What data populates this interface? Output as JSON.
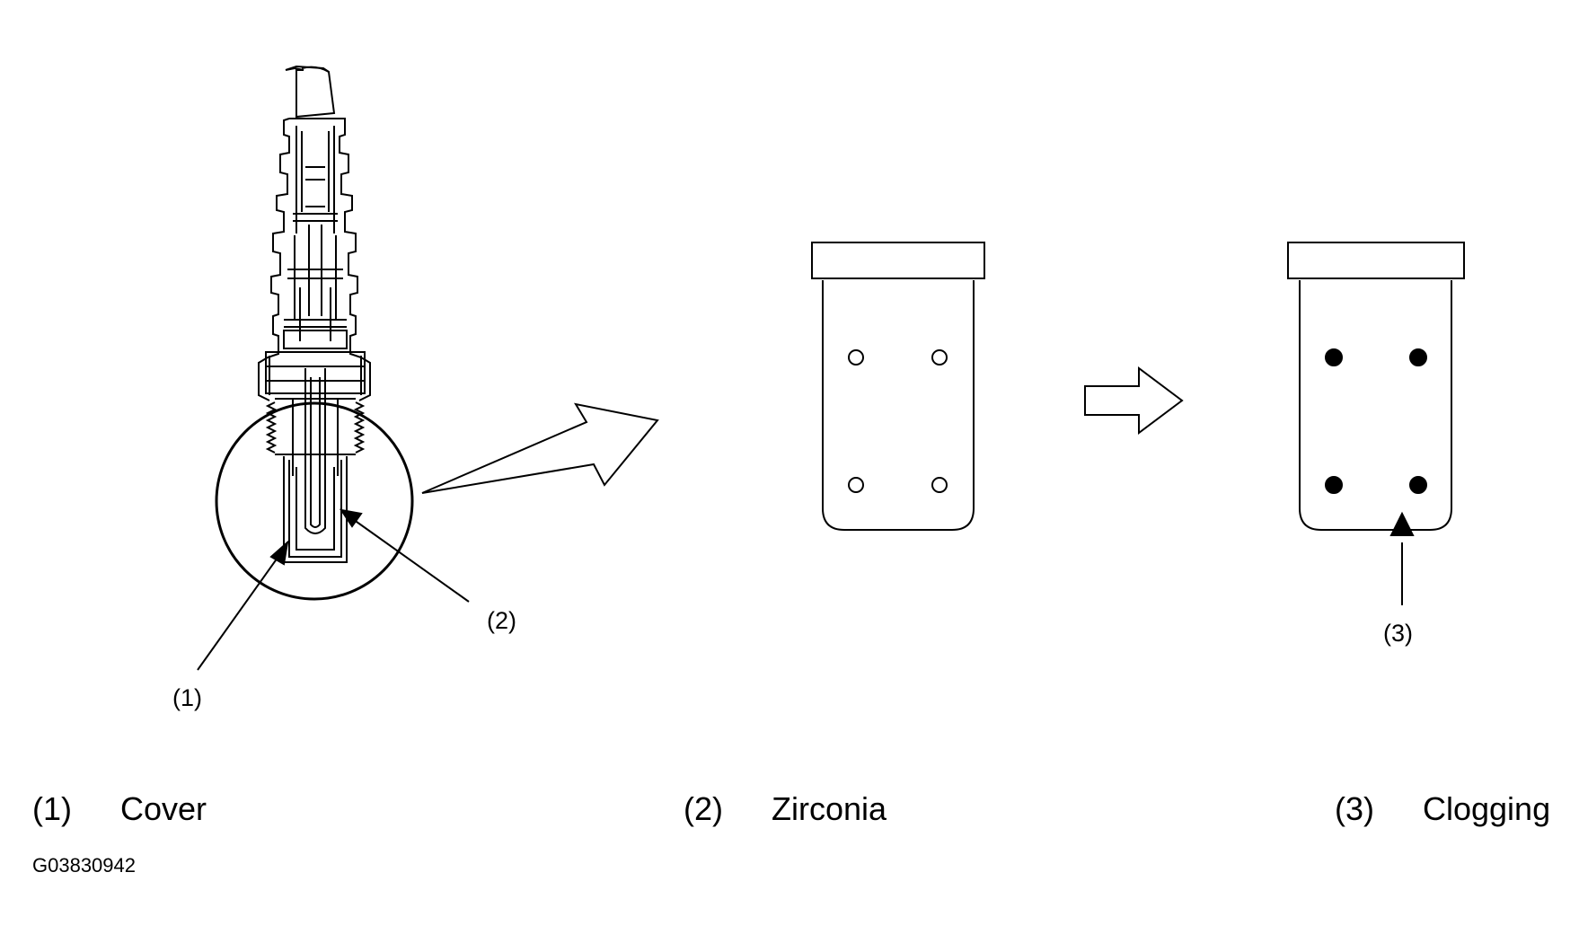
{
  "callouts": {
    "c1": "(1)",
    "c2": "(2)",
    "c3": "(3)"
  },
  "legend": [
    {
      "num": "(1)",
      "label": "Cover"
    },
    {
      "num": "(2)",
      "label": "Zirconia"
    },
    {
      "num": "(3)",
      "label": "Clogging"
    }
  ],
  "figure_code": "G03830942"
}
